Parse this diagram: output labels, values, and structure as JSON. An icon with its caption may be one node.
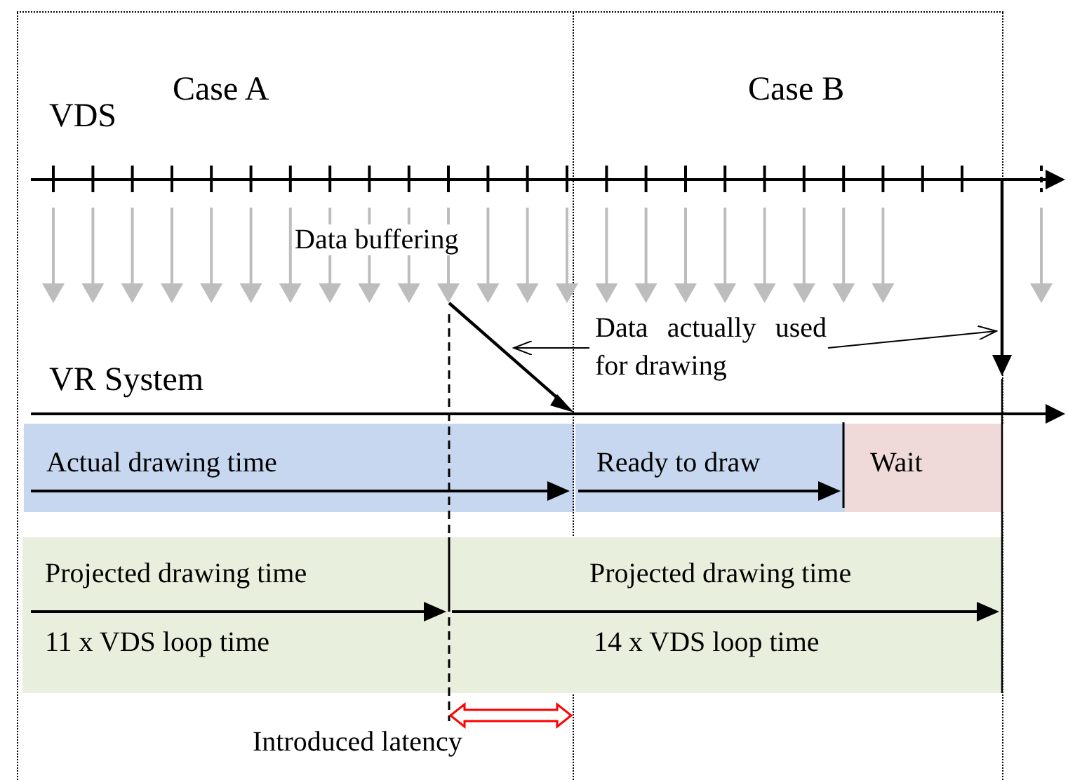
{
  "diagram": {
    "nodes": [
      {
        "text": [
          "Case A"
        ]
      },
      {
        "text": [
          "Case B"
        ]
      },
      {
        "text": [
          "Actual drawing time"
        ],
        "in": 0
      },
      {
        "text": [
          "Ready to draw"
        ],
        "in": 1
      },
      {
        "text": [
          "Wait"
        ],
        "in": 1
      },
      {
        "text": [
          "Projected drawing time",
          "Projected drawing time",
          "11 x VDS loop time",
          "14 x VDS loop time"
        ]
      },
      {
        "text": [
          "Data actually used for drawing"
        ],
        "in": 1
      }
    ],
    "edges": [
      {
        "from": 6,
        "to": null,
        "arrow": "to"
      },
      {
        "from": 6,
        "to": null,
        "arrow": "to"
      }
    ],
    "labels": [
      "VDS",
      "Data buffering",
      "VR System",
      "Introduced latency"
    ]
  }
}
